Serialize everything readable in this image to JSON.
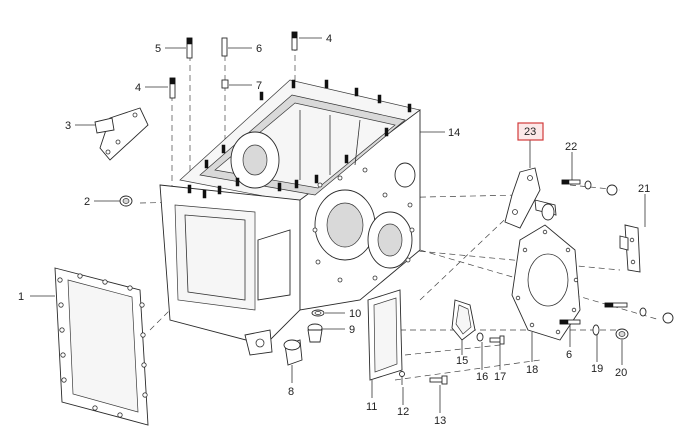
{
  "diagram": {
    "highlighted_part": "23",
    "part_labels": [
      "1",
      "2",
      "3",
      "4",
      "4",
      "5",
      "6",
      "6",
      "7",
      "8",
      "9",
      "10",
      "11",
      "12",
      "13",
      "14",
      "15",
      "16",
      "17",
      "18",
      "19",
      "20",
      "21",
      "22",
      "23"
    ]
  },
  "labels": {
    "p1": "1",
    "p2": "2",
    "p3": "3",
    "p4a": "4",
    "p4b": "4",
    "p5": "5",
    "p6a": "6",
    "p6b": "6",
    "p7": "7",
    "p8": "8",
    "p9": "9",
    "p10": "10",
    "p11": "11",
    "p12": "12",
    "p13": "13",
    "p14": "14",
    "p15": "15",
    "p16": "16",
    "p17": "17",
    "p18": "18",
    "p19": "19",
    "p20": "20",
    "p21": "21",
    "p22": "22",
    "p23": "23"
  },
  "colors": {
    "highlight_border": "#d23b3b",
    "highlight_fill": "#fce8e8",
    "line": "#2b2b2b"
  }
}
